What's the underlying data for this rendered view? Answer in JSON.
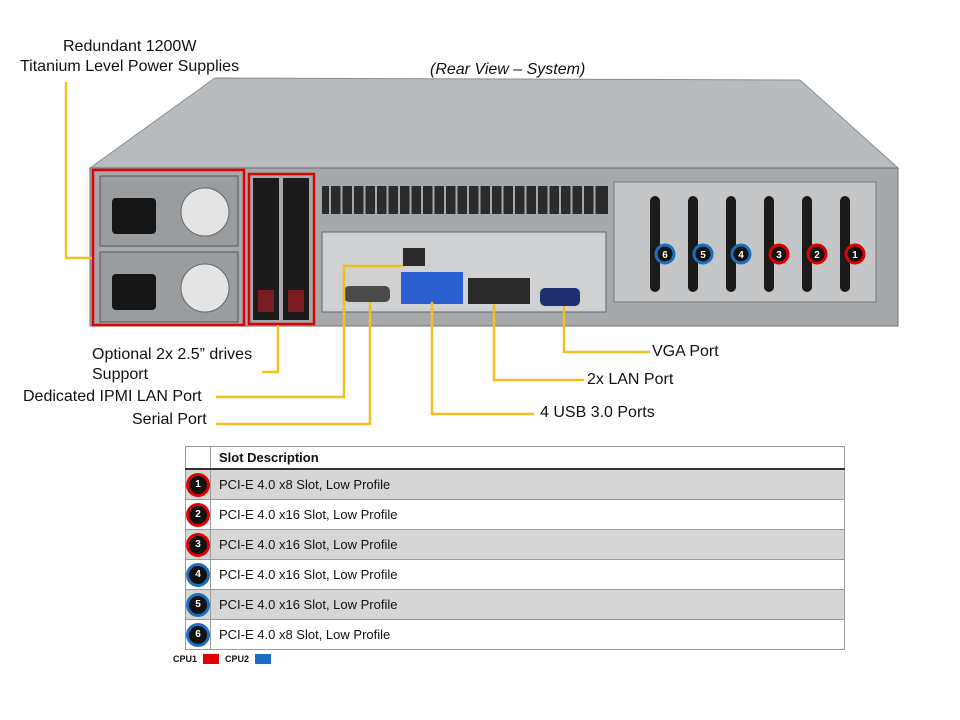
{
  "subtitle": "(Rear View – System)",
  "callouts": {
    "power_line1": "Redundant  1200W",
    "power_line2": "Titanium  Level Power Supplies",
    "drives_line1": "Optional  2x 2.5” drives",
    "drives_line2": "Support",
    "ipmi": "Dedicated IPMI  LAN Port",
    "serial": "Serial Port",
    "vga": "VGA Port",
    "lan": "2x LAN Port",
    "usb": "4 USB 3.0 Ports"
  },
  "rear_slots": [
    {
      "num": "6",
      "cpu": "CPU2"
    },
    {
      "num": "5",
      "cpu": "CPU2"
    },
    {
      "num": "4",
      "cpu": "CPU2"
    },
    {
      "num": "3",
      "cpu": "CPU1"
    },
    {
      "num": "2",
      "cpu": "CPU1"
    },
    {
      "num": "1",
      "cpu": "CPU1"
    }
  ],
  "table": {
    "header": "Slot Description",
    "rows": [
      {
        "num": "1",
        "cpu": "CPU1",
        "desc": "PCI-E  4.0 x8 Slot, Low Profile"
      },
      {
        "num": "2",
        "cpu": "CPU1",
        "desc": "PCI-E  4.0 x16 Slot, Low Profile"
      },
      {
        "num": "3",
        "cpu": "CPU1",
        "desc": "PCI-E  4.0 x16 Slot, Low Profile"
      },
      {
        "num": "4",
        "cpu": "CPU2",
        "desc": "PCI-E  4.0 x16 Slot, Low Profile"
      },
      {
        "num": "5",
        "cpu": "CPU2",
        "desc": "PCI-E  4.0 x16 Slot, Low Profile"
      },
      {
        "num": "6",
        "cpu": "CPU2",
        "desc": "PCI-E  4.0 x8 Slot, Low Profile"
      }
    ]
  },
  "legend": {
    "cpu1_label": "CPU1",
    "cpu2_label": "CPU2",
    "cpu1_color": "#e00000",
    "cpu2_color": "#1a6fc0"
  },
  "colors": {
    "callout_line": "#f2c01e",
    "highlight": "#e00000"
  }
}
